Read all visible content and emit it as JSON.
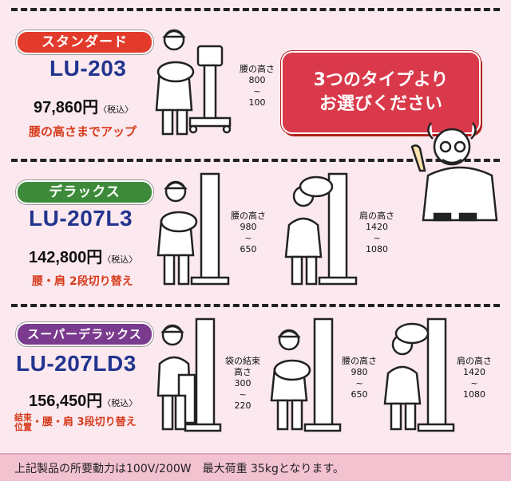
{
  "sections": [
    {
      "label": "スタンダード",
      "label_color": "#e23b2c",
      "model": "LU-203",
      "price": "97,860円",
      "tax": "〈税込〉",
      "note": "腰の高さまでアップ",
      "heights": [
        {
          "label": "腰の高さ",
          "max": "800",
          "min": "100"
        }
      ]
    },
    {
      "label": "デラックス",
      "label_color": "#3d8b3a",
      "model": "LU-207L3",
      "price": "142,800円",
      "tax": "〈税込〉",
      "note": "腰・肩 2段切り替え",
      "heights": [
        {
          "label": "腰の高さ",
          "max": "980",
          "min": "650"
        },
        {
          "label": "肩の高さ",
          "max": "1420",
          "min": "1080"
        }
      ]
    },
    {
      "label": "スーパーデラックス",
      "label_color": "#7a3a8e",
      "model": "LU-207LD3",
      "price": "156,450円",
      "tax": "〈税込〉",
      "note_line1": "結束",
      "note_line2": "位置",
      "note_rest": "・腰・肩 3段切り替え",
      "heights": [
        {
          "label_line1": "袋の結束",
          "label_line2": "高さ",
          "max": "300",
          "min": "220"
        },
        {
          "label": "腰の高さ",
          "max": "980",
          "min": "650"
        },
        {
          "label": "肩の高さ",
          "max": "1420",
          "min": "1080"
        }
      ]
    }
  ],
  "callout": {
    "line1": "3つのタイプより",
    "line2": "お選びください"
  },
  "footer": "上記製品の所要動力は100V/200W　最大荷重 35kgとなります。",
  "range_mark": "~"
}
